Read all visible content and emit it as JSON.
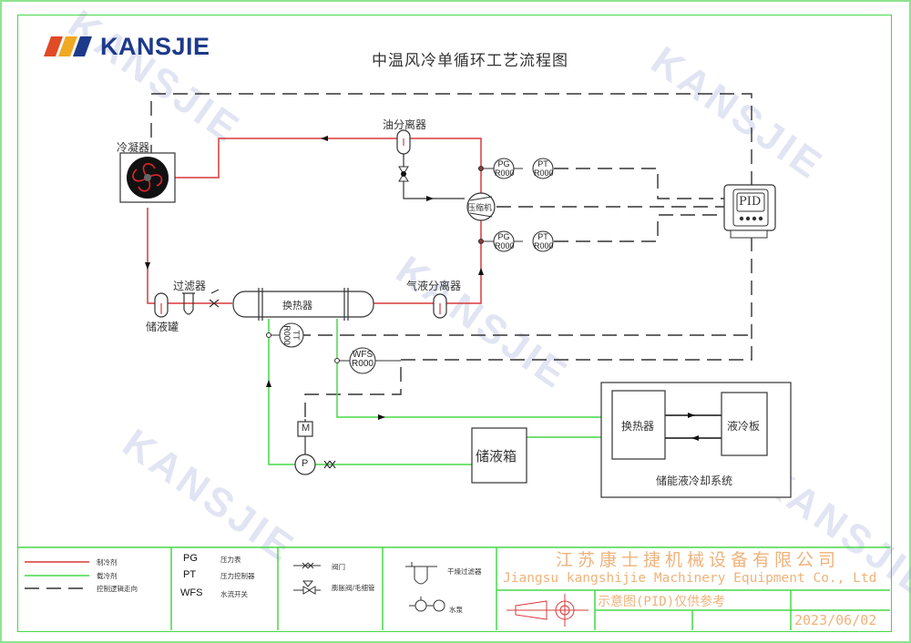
{
  "brand": {
    "name": "KANSJIE",
    "stripe_colors": [
      "#e04a24",
      "#f0a922",
      "#1d3a8a"
    ],
    "watermark": "KANSJIE"
  },
  "diagram": {
    "title": "中温风冷单循环工艺流程图",
    "components": {
      "condenser": "冷凝器",
      "oil_separator": "油分离器",
      "compressor": "压缩机",
      "filter": "过滤器",
      "receiver": "储液罐",
      "heat_exchanger": "换热器",
      "gas_liquid_separator": "气液分离器",
      "pid_controller": "PID",
      "motor": "M",
      "pump": "P",
      "storage_tank": "储液箱",
      "ess_heat_exchanger": "换热器",
      "cold_plate": "液冷板",
      "ess_system": "储能液冷却系统"
    },
    "instruments": [
      {
        "tag": "PG",
        "id": "R000",
        "position": "discharge"
      },
      {
        "tag": "PT",
        "id": "R000",
        "position": "discharge"
      },
      {
        "tag": "PG",
        "id": "R000",
        "position": "suction"
      },
      {
        "tag": "PT",
        "id": "R000",
        "position": "suction"
      },
      {
        "tag": "TT",
        "id": "R000",
        "position": "coolant-outlet"
      },
      {
        "tag": "WFS",
        "id": "R000",
        "position": "coolant-inlet"
      }
    ],
    "line_colors": {
      "refrigerant": "#d9393b",
      "coolant": "#46d846",
      "control": "#333333"
    }
  },
  "legend": {
    "lines": [
      {
        "label": "制冷剂",
        "color": "#d9393b",
        "style": "solid"
      },
      {
        "label": "载冷剂",
        "color": "#46d846",
        "style": "solid"
      },
      {
        "label": "控制逻辑走向",
        "color": "#333333",
        "style": "dashed"
      }
    ],
    "abbreviations": [
      {
        "abbr": "PG",
        "meaning": "压力表"
      },
      {
        "abbr": "PT",
        "meaning": "压力控制器"
      },
      {
        "abbr": "WFS",
        "meaning": "水流开关"
      }
    ],
    "valves": [
      {
        "symbol": "valve",
        "meaning": "阀门"
      },
      {
        "symbol": "expansion-valve",
        "meaning": "膨胀阀/毛细管"
      }
    ],
    "equipment": [
      {
        "symbol": "dry-filter",
        "meaning": "干燥过滤器"
      },
      {
        "symbol": "water-pump",
        "meaning": "水泵"
      }
    ]
  },
  "title_block": {
    "company_cn": "江苏康士捷机械设备有限公司",
    "company_en": "Jiangsu kangshijie Machinery Equipment Co., Ltd",
    "note": "示意图(PID)仅供参考",
    "date": "2023/06/02"
  }
}
